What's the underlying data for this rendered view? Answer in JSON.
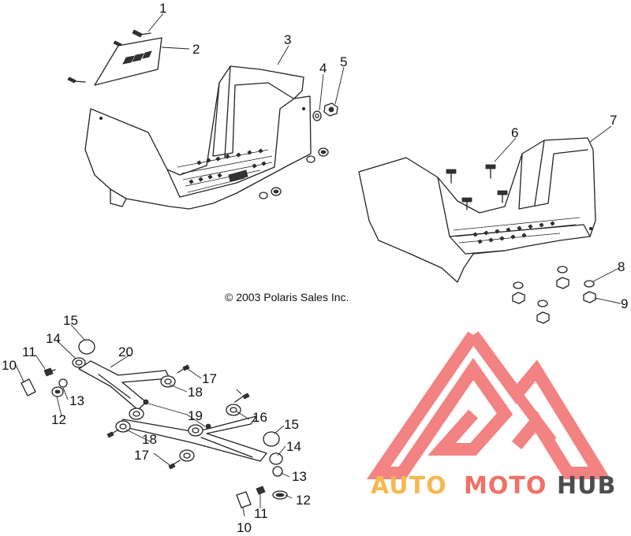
{
  "copyright": "© 2003 Polaris Sales Inc.",
  "watermark": {
    "auto": "AUTO",
    "moto": "MOTO",
    "hub": "HUB",
    "colors": {
      "auto": "#f6b94f",
      "moto": "#f07167",
      "hub": "#4d4d4d",
      "logo": "#f26d6d"
    }
  },
  "callouts": {
    "c1": "1",
    "c2": "2",
    "c3": "3",
    "c4": "4",
    "c5": "5",
    "c6": "6",
    "c7": "7",
    "c8": "8",
    "c9": "9",
    "c10a": "10",
    "c10b": "10",
    "c11a": "11",
    "c11b": "11",
    "c12a": "12",
    "c12b": "12",
    "c13a": "13",
    "c13b": "13",
    "c14a": "14",
    "c14b": "14",
    "c15a": "15",
    "c15b": "15",
    "c16": "16",
    "c17a": "17",
    "c17b": "17",
    "c18a": "18",
    "c18b": "18",
    "c19": "19",
    "c20": "20"
  }
}
